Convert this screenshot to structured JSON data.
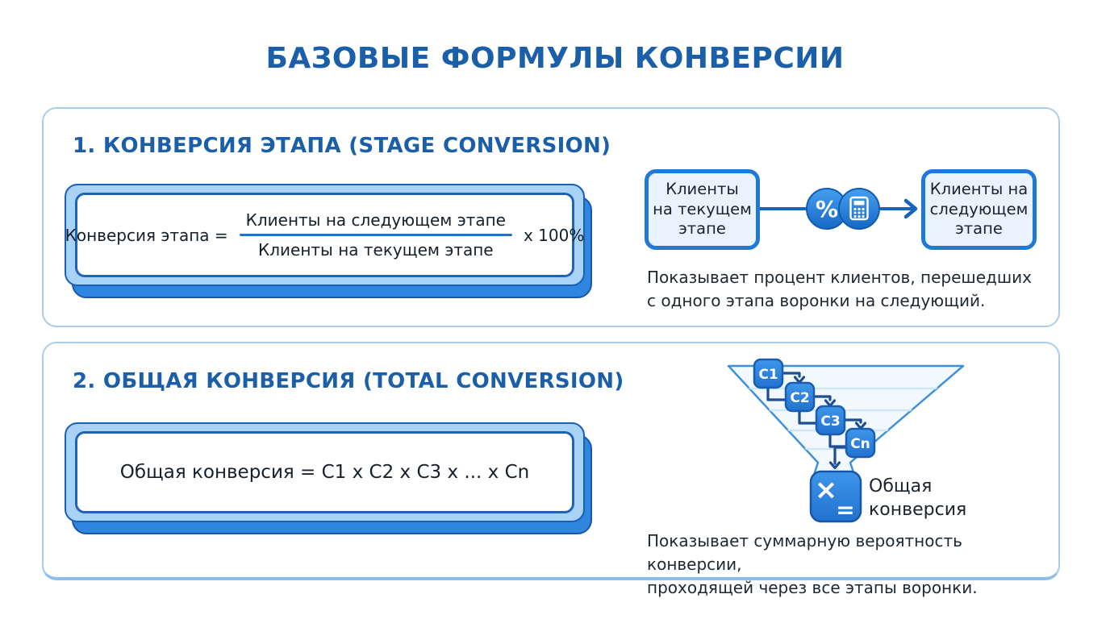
{
  "title": "БАЗОВЫЕ ФОРМУЛЫ КОНВЕРСИИ",
  "palette": {
    "heading_blue": "#1b5fa8",
    "card_blue": "#2e86de",
    "light_blue": "#a9d3f6",
    "line_blue": "#1565c0",
    "funnel_outline": "#4190da",
    "text_dark": "#1a232e"
  },
  "section1": {
    "heading": "1. КОНВЕРСИЯ ЭТАПА (STAGE CONVERSION)",
    "formula": {
      "lhs": "Конверсия этапа =",
      "numerator": "Клиенты на следующем этапе",
      "denominator": "Клиенты на текущем этапе",
      "multiplier": "x 100%"
    },
    "flow": {
      "from_box_lines": [
        "Клиенты",
        "на текущем",
        "этапе"
      ],
      "to_box_lines": [
        "Клиенты на",
        "следующем",
        "этапе"
      ],
      "percent_symbol": "%"
    },
    "description_lines": [
      "Показывает процент клиентов, перешедших",
      "с одного этапа воронки на следующий."
    ]
  },
  "section2": {
    "heading": "2. ОБЩАЯ КОНВЕРСИЯ (TOTAL CONVERSION)",
    "formula_text": "Общая конверсия = C1 x C2 x C3 x ... x Cn",
    "funnel": {
      "stage_labels": [
        "C1",
        "C2",
        "C3",
        "Cn"
      ],
      "multiply_symbol": "×",
      "equals_symbol": "=",
      "result_label_lines": [
        "Общая",
        "конверсия"
      ]
    },
    "description_lines": [
      "Показывает суммарную вероятность конверсии,",
      "проходящей через все этапы воронки."
    ]
  }
}
